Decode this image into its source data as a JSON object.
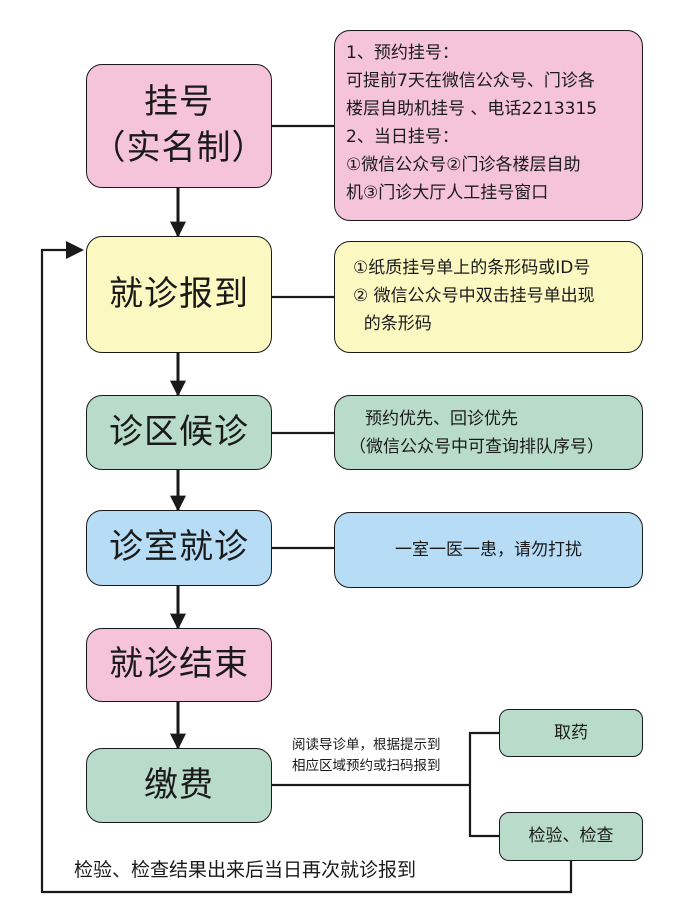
{
  "colors": {
    "pink": "#f5c4da",
    "yellow": "#fbf8c2",
    "green": "#b9dcca",
    "blue": "#b6dcf6",
    "line": "#1a1a1a"
  },
  "steps": {
    "registration": {
      "line1": "挂号",
      "line2": "（实名制）"
    },
    "checkin": {
      "label": "就诊报到"
    },
    "waiting": {
      "label": "诊区候诊"
    },
    "consult": {
      "label": "诊室就诊"
    },
    "finish": {
      "label": "就诊结束"
    },
    "payment": {
      "label": "缴费"
    },
    "medicine": {
      "label": "取药"
    },
    "exam": {
      "label": "检验、检查"
    }
  },
  "notes": {
    "registration": [
      "1、预约挂号：",
      "可提前7天在微信公众号、门诊各",
      "楼层自助机挂号 、电话2213315",
      "2、当日挂号：",
      "①微信公众号②门诊各楼层自助",
      "机③门诊大厅人工挂号窗口"
    ],
    "checkin": [
      "①纸质挂号单上的条形码或ID号",
      "② 微信公众号中双击挂号单出现",
      "  的条形码"
    ],
    "waiting": [
      "预约优先、回诊优先",
      "（微信公众号中可查询排队序号）"
    ],
    "consult": "一室一医一患，请勿打扰"
  },
  "payment_hint": [
    "阅读导诊单，根据提示到",
    "相应区域预约或扫码报到"
  ],
  "return_hint": "检验、检查结果出来后当日再次就诊报到"
}
